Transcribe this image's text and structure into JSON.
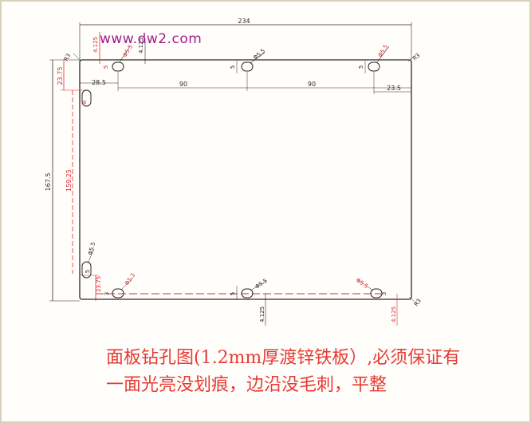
{
  "watermark": "www.dw2.com",
  "note": {
    "line1": "面板钻孔图(1.2mm厚渡锌铁板）,必须保证有",
    "line2": "一面光亮没划痕，边沿没毛刺，平整"
  },
  "colors": {
    "background": "#fffefb",
    "frame": "#d9d2b8",
    "line": "#2a2a2a",
    "red": "#e0262b",
    "watermark": "#a21d8b"
  },
  "dimensions": {
    "total_width": "234",
    "total_height": "167.5",
    "inner_height": "159.25",
    "top_left_offset": "23.75",
    "side_offset": "23.75",
    "hole_pitch_1": "90",
    "hole_pitch_2": "90",
    "right_offset": "23.5",
    "left_x": "28.5",
    "edge_offset": "4.125",
    "edge_offset_top_red": "4.125",
    "hole_dia_tag": "Φ5.5",
    "hole_dia_tag_2": "Φ5.5",
    "hole_dia_tag_3": "Φ5.5",
    "hole_dia_tag_4": "Φ5.5",
    "hole_dia_tag_5": "Φ5.5",
    "hole_dia_tag_6": "Φ5.5",
    "hole_dia_tag_7": "Φ5.3",
    "hole_dia_tag_8": "Φ5.5",
    "slot_h": "5",
    "slot_h2": "5",
    "slot_h3": "5",
    "slot_h4": "3",
    "slot_h5": "3",
    "slot_h6": "5",
    "slot_h7": "5",
    "slot_side": "8",
    "corner_r_tl": "R3",
    "corner_r_tr": "R3",
    "corner_r_br": "R3",
    "bottom_offset": "4.125",
    "bottom_offset_right": "4.125",
    "bottom_side_tag": "23.75"
  }
}
